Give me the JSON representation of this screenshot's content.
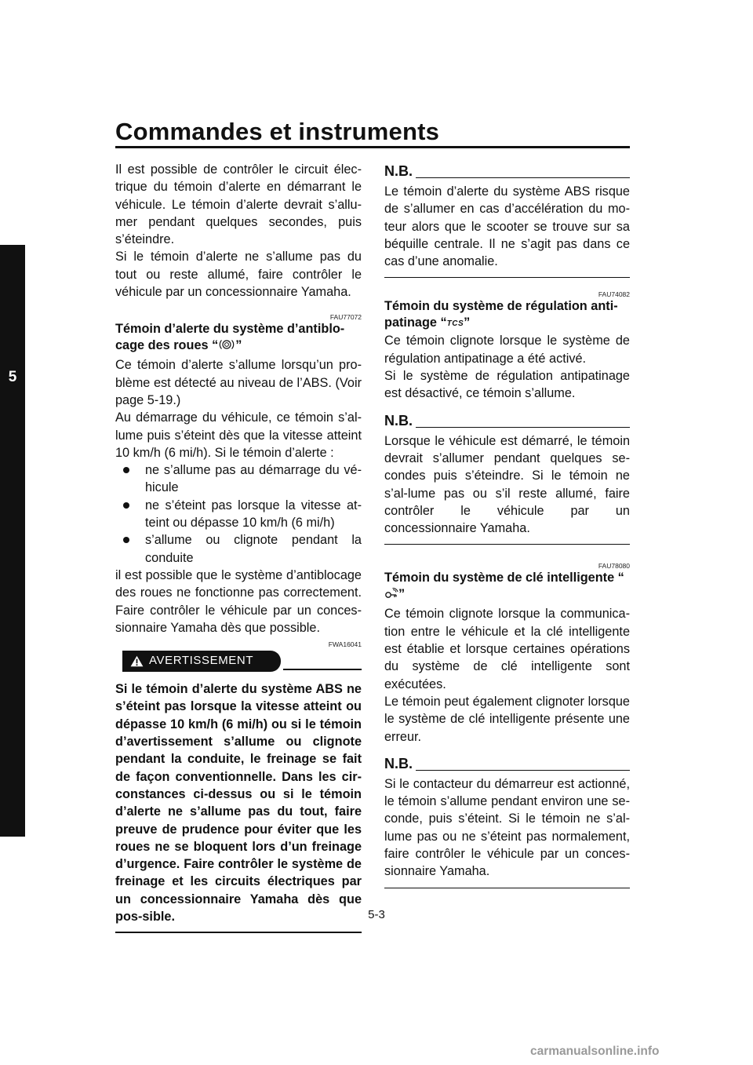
{
  "header": {
    "title": "Commandes et instruments"
  },
  "side_tab": {
    "number": "5"
  },
  "left": {
    "p1": "Il est possible de contrôler le circuit élec-trique du témoin d’alerte en démarrant le véhicule. Le témoin d’alerte devrait s’allu-mer pendant quelques secondes, puis s’éteindre.",
    "p2": "Si le témoin d’alerte ne s’allume pas du tout ou reste allumé, faire contrôler le véhicule par un concessionnaire Yamaha.",
    "abs_code": "FAU77072",
    "abs_title_pre": "Témoin d’alerte du système d’antiblo-cage des roues “",
    "abs_title_post": "”",
    "abs_icon": "abs-warning-icon",
    "abs_p1": "Ce témoin d’alerte s’allume lorsqu’un pro-blème est détecté au niveau de l’ABS. (Voir page 5-19.)",
    "abs_p2": "Au démarrage du véhicule, ce témoin s’al-lume puis s’éteint dès que la vitesse atteint 10 km/h (6 mi/h). Si le témoin d’alerte :",
    "bullets": [
      "ne s’allume pas au démarrage du vé-hicule",
      "ne s’éteint pas lorsque la vitesse at-teint ou dépasse 10 km/h (6 mi/h)",
      "s’allume ou clignote pendant la conduite"
    ],
    "abs_p3": "il est possible que le système d’antiblocage des roues ne fonctionne pas correctement. Faire contrôler le véhicule par un conces-sionnaire Yamaha dès que possible.",
    "warning_code": "FWA16041",
    "warning_label": "AVERTISSEMENT",
    "warning_icon": "warning-triangle-icon",
    "warning_text": "Si le témoin d’alerte du système ABS ne s’éteint pas lorsque la vitesse atteint ou dépasse 10 km/h (6 mi/h) ou si le témoin d’avertissement s’allume ou clignote pendant la conduite, le freinage se fait de façon conventionnelle. Dans les cir-constances ci-dessus ou si le témoin d’alerte ne s’allume pas du tout, faire preuve de prudence pour éviter que les roues ne se bloquent lors d’un freinage d’urgence. Faire contrôler le système de freinage et les circuits électriques par un concessionnaire Yamaha dès que pos-sible."
  },
  "right": {
    "nb_label": "N.B.",
    "nb1_text": "Le témoin d’alerte du système ABS risque de s’allumer en cas d’accélération du mo-teur alors que le scooter se trouve sur sa béquille centrale. Il ne s’agit pas dans ce cas d’une anomalie.",
    "tcs_code": "FAU74082",
    "tcs_title_pre": "Témoin du système de régulation anti-patinage “",
    "tcs_symbol": "TCS",
    "tcs_title_post": "”",
    "tcs_p1": "Ce témoin clignote lorsque le système de régulation antipatinage a été activé.",
    "tcs_p2": "Si le système de régulation antipatinage est désactivé, ce témoin s’allume.",
    "nb2_text": "Lorsque le véhicule est démarré, le témoin devrait s’allumer pendant quelques se-condes puis s’éteindre. Si le témoin ne s’al-lume pas ou s’il reste allumé, faire contrôler le véhicule par un concessionnaire Yamaha.",
    "key_code": "FAU78080",
    "key_title_pre": "Témoin du système de clé intelligente “",
    "key_title_post": "”",
    "key_icon": "smart-key-icon",
    "key_p1": "Ce témoin clignote lorsque la communica-tion entre le véhicule et la clé intelligente est établie et lorsque certaines opérations du système de clé intelligente sont exécutées.",
    "key_p2": "Le témoin peut également clignoter lorsque le système de clé intelligente présente une erreur.",
    "nb3_text": "Si le contacteur du démarreur est actionné, le témoin s’allume pendant environ une se-conde, puis s’éteint. Si le témoin ne s’al-lume pas ou ne s’éteint pas normalement, faire contrôler le véhicule par un conces-sionnaire Yamaha."
  },
  "footer": {
    "page_number": "5-3",
    "watermark": "carmanualsonline.info"
  }
}
